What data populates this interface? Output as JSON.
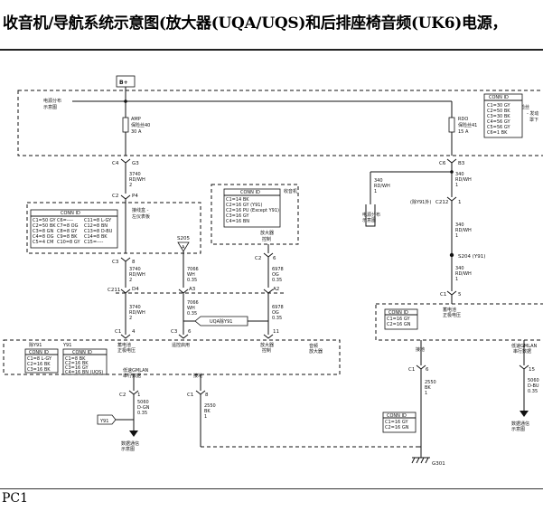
{
  "title": "收音机/导航系统示意图(放大器(UQA/UQS)和后排座椅音频(UK6)电源，",
  "page_code": "PC1",
  "power": {
    "label": "B+"
  },
  "fuse_area": {
    "left_label_1": "电源分布",
    "left_label_2": "示意图",
    "right_label_1": "保险丝",
    "right_label_2": "- 发动",
    "right_label_3": "罩下"
  },
  "fuse_amp": {
    "name": "AMP",
    "id": "保险丝40",
    "rating": "30 A"
  },
  "fuse_rdo": {
    "name": "RDO",
    "id": "保险丝41",
    "rating": "15 A"
  },
  "conn_id_top_right": {
    "title": "CONN ID",
    "rows": [
      "C1=30 GY",
      "C2=50 BK",
      "C3=30 BK",
      "C4=56 GY",
      "C5=56 GY",
      "C6=1 BK"
    ]
  },
  "wire_left_1": {
    "conn_a": "C4",
    "pin_a": "G3",
    "gauge": "3740",
    "color": "RD/WH",
    "circuit": "2",
    "conn_b": "C2",
    "pin_b": "P4"
  },
  "wire_right_1": {
    "conn_a": "C6",
    "pin_a": "B3",
    "gauge": "340",
    "color": "RD/WH",
    "circuit": "1"
  },
  "dash_panel": {
    "label_1": "接线盒 -",
    "label_2": "左仪表板"
  },
  "conn_id_left": {
    "title": "CONN ID",
    "rows_a": [
      "C1=50 GY",
      "C2=50 BK",
      "C3=8 GN",
      "C4=8 OG",
      "C5=4 CM"
    ],
    "rows_b": [
      "C6=----",
      "C7=8 OG",
      "C8=8 GY",
      "C9=8 BK",
      "C10=8 GY"
    ],
    "rows_c": [
      "C11=8 L-GY",
      "C12=8 BN",
      "C13=8 D-BU",
      "C14=8 BK",
      "C15=----"
    ]
  },
  "radio_box": {
    "label": "收音机",
    "title": "CONN ID",
    "rows": [
      "C1=14 BK",
      "C2=16 GY (Y91)",
      "C2=16 PU (Except Y91)",
      "C3=16 GY",
      "C4=16 BN"
    ],
    "sub_1": "放大器",
    "sub_2": "控制"
  },
  "splice_s205": {
    "name": "S205",
    "letter": "A"
  },
  "wire_left_2": {
    "conn": "C3",
    "pin": "8",
    "gauge": "3740",
    "color": "RD/WH",
    "circuit": "2"
  },
  "wire_mid": {
    "gauge": "7066",
    "color": "WH",
    "size": "0.35"
  },
  "wire_right_mid": {
    "conn": "C2",
    "pin": "6",
    "gauge": "6978",
    "color": "OG",
    "size": "0.35"
  },
  "splice_row": {
    "conn": "C211",
    "pin_d4": "D4",
    "pin_a3": "A3",
    "pin_a2": "A2"
  },
  "wire_left_3": {
    "gauge": "3740",
    "color": "RD/WH",
    "circuit": "2",
    "conn": "C1",
    "pin": "4"
  },
  "wire_mid_2": {
    "gauge": "7066",
    "color": "WH",
    "size": "0.35",
    "conn": "C3",
    "pin": "6"
  },
  "wire_right_mid_2": {
    "gauge": "6978",
    "color": "OG",
    "size": "0.35",
    "pin": "11"
  },
  "uqa_tag": {
    "label": "UQA除Y91"
  },
  "amp_box": {
    "label_1": "音频",
    "label_2": "放大器",
    "left_tag": "除Y91",
    "tag": "Y91",
    "pin_label_1": "蓄电池",
    "pin_label_2": "正极电压",
    "pin_label_3": "遥控启用",
    "pin_label_4": "放大器",
    "pin_label_5": "控制"
  },
  "conn_id_amp_a": {
    "title": "CONN ID",
    "rows": [
      "C1=8 L-GY",
      "C2=16 BK",
      "C3=16 BK"
    ]
  },
  "conn_id_amp_b": {
    "title": "CONN ID",
    "rows": [
      "C1=8 BK",
      "C2=16 BK",
      "C3=16 GY",
      "C4=16 BN (UQS)"
    ]
  },
  "amp_low_labels": {
    "gmlan_1": "低速GMLAN",
    "gmlan_2": "串行数据",
    "ground": "接地"
  },
  "wire_amp_left": {
    "conn": "C2",
    "pin": "1",
    "gauge": "5060",
    "color": "D-GN",
    "size": "0.35"
  },
  "wire_amp_ground": {
    "conn": "C1",
    "pin": "8",
    "gauge": "2550",
    "color": "BK",
    "size": "1"
  },
  "y91_tag": {
    "label": "Y91"
  },
  "data_comm_left": {
    "label_1": "数据通信",
    "label_2": "示意图"
  },
  "wire_right_2": {
    "gauge": "340",
    "color": "RD/WH",
    "circuit": "1"
  },
  "power_dist_small": {
    "label_1": "电源分布",
    "label_2": "示意图"
  },
  "c212": {
    "label": "(除Y91外)",
    "conn": "C212",
    "pin": "1"
  },
  "wire_right_3": {
    "gauge": "340",
    "color": "RD/WH",
    "circuit": "1"
  },
  "splice_s204": {
    "label": "S204 (Y91)"
  },
  "wire_right_4": {
    "gauge": "340",
    "color": "RD/WH",
    "circuit": "1",
    "conn": "C1",
    "pin": "5"
  },
  "rse_box": {
    "label_1": "蓄电池",
    "label_2": "正极电压",
    "title": "CONN ID",
    "rows": [
      "C1=16 GY",
      "C2=16 GN"
    ],
    "ground": "接地",
    "gmlan_1": "低速GMLAN",
    "gmlan_2": "串行数据"
  },
  "rse_wires": {
    "conn_1": "C1",
    "pin_1": "6",
    "gauge_1": "2550",
    "color_1": "BK",
    "size_1": "1",
    "pin_2": "15",
    "gauge_2": "5060",
    "color_2": "D-BU",
    "size_2": "0.35"
  },
  "conn_id_bottom": {
    "title": "CONN ID",
    "rows": [
      "C1=16 GY",
      "C2=16 GN"
    ]
  },
  "data_comm_right": {
    "label_1": "数据通信",
    "label_2": "示意图"
  },
  "ground": {
    "label": "G301"
  }
}
